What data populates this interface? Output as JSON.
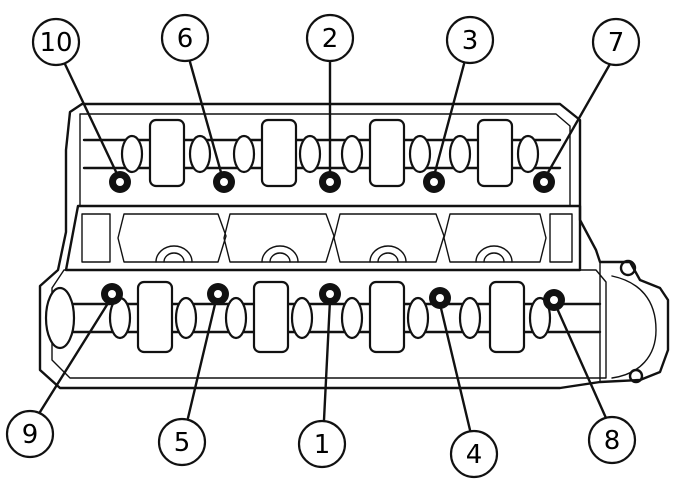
{
  "diagram": {
    "callouts": [
      {
        "id": "bolt-10",
        "label": "10"
      },
      {
        "id": "bolt-6",
        "label": "6"
      },
      {
        "id": "bolt-2",
        "label": "2"
      },
      {
        "id": "bolt-3",
        "label": "3"
      },
      {
        "id": "bolt-7",
        "label": "7"
      },
      {
        "id": "bolt-9",
        "label": "9"
      },
      {
        "id": "bolt-5",
        "label": "5"
      },
      {
        "id": "bolt-1",
        "label": "1"
      },
      {
        "id": "bolt-4",
        "label": "4"
      },
      {
        "id": "bolt-8",
        "label": "8"
      }
    ],
    "colors": {
      "ink": "#111111",
      "paper": "#ffffff"
    }
  }
}
